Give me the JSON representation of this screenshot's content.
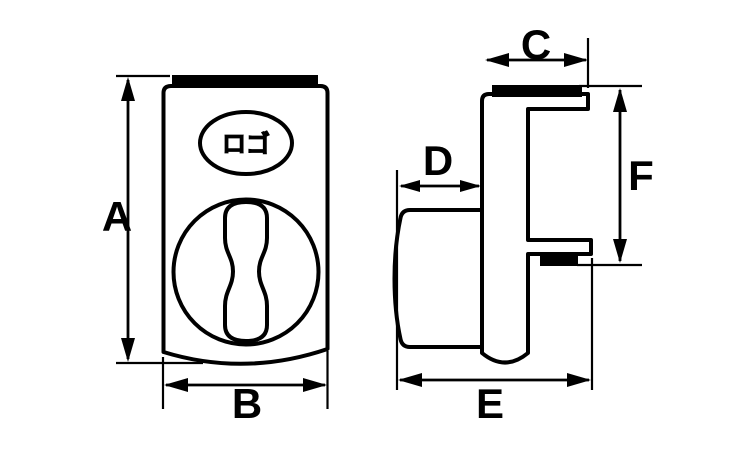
{
  "figure": {
    "kind": "technical-drawing",
    "views": [
      "front",
      "side"
    ]
  },
  "logo": {
    "text": "ロゴ"
  },
  "dims": {
    "A": "A",
    "B": "B",
    "C": "C",
    "D": "D",
    "E": "E",
    "F": "F"
  },
  "colors": {
    "ink": "#000000",
    "background": "#ffffff",
    "trim_fill": "#000000"
  }
}
